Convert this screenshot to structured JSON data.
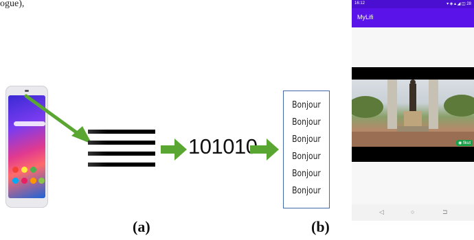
{
  "top_caption": "ogue),",
  "figure": {
    "bits": "101010",
    "bonjour_lines": [
      "Bonjour",
      "Bonjour",
      "Bonjour",
      "Bonjour",
      "Bonjour",
      "Bonjour"
    ],
    "label_a": "(a)",
    "label_b": "(b)"
  },
  "app": {
    "status_time": "16:12",
    "status_icons": "▾ ◈ ▴ ◢ ◫ 28",
    "title": "MyLifi",
    "watermark": "◉ fikut",
    "nav": {
      "back": "◁",
      "home": "○",
      "recents": "⊐"
    }
  },
  "colors": {
    "arrow": "#5aa632",
    "app_bar": "#5a13e8",
    "status_bar": "#4a0fd0",
    "box_border": "#3f66a8"
  }
}
